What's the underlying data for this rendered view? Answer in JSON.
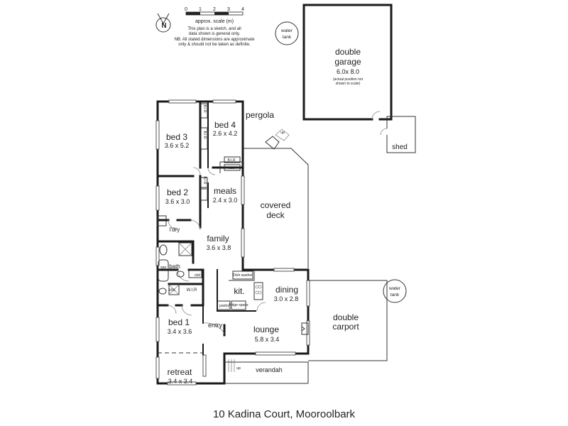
{
  "title": "10 Kadina Court, Mooroolbark",
  "scale": {
    "ticks": [
      "0",
      "1",
      "2",
      "3",
      "4"
    ],
    "label": "approx. scale (m)",
    "note1": "This plan is a sketch, and all",
    "note2": "data shown is general only.",
    "note3": "NB: All stated dimensions are approximate",
    "note4": "only & should not be taken as definite."
  },
  "compass": "N",
  "rooms": {
    "bed3": {
      "name": "bed 3",
      "dim": "3.6 x 5.2"
    },
    "bed4": {
      "name": "bed 4",
      "dim": "2.6 x 4.2"
    },
    "bed2": {
      "name": "bed 2",
      "dim": "3.6 x 3.0"
    },
    "meals": {
      "name": "meals",
      "dim": "2.4 x 3.0"
    },
    "family": {
      "name": "family",
      "dim": "3.6 x 3.8"
    },
    "dining": {
      "name": "dining",
      "dim": "3.0 x 2.8"
    },
    "lounge": {
      "name": "lounge",
      "dim": "5.8 x 3.4"
    },
    "bed1": {
      "name": "bed 1",
      "dim": "3.4 x 3.6"
    },
    "retreat": {
      "name": "retreat",
      "dim": "3.4 x 3.4"
    },
    "garage": {
      "name1": "double",
      "name2": "garage",
      "dim": "6.0x  8.0",
      "note1": "(actual position not",
      "note2": "shown to scale)"
    },
    "deck": {
      "name1": "covered",
      "name2": "deck"
    },
    "carport": {
      "name1": "double",
      "name2": "carport"
    }
  },
  "labels": {
    "pergola": "pergola",
    "shed": "shed",
    "water_tank_1": [
      "water",
      "tank"
    ],
    "water_tank_2": [
      "water",
      "tank"
    ],
    "kit": "kit.",
    "entry": "entry",
    "verandah": "verandah",
    "ldry": "l'dry",
    "bath": "bath",
    "ens": "ens",
    "wir": "W.I.R",
    "bir_a": "B.I.R",
    "bir_b": "B.I.R",
    "bir_c": "B.I.R",
    "bir_d": "B.I.R",
    "cbd_1": "cbd",
    "cbd_2": "cbd",
    "spa": "spa",
    "pantry": "pantry",
    "fridge": "fridge space",
    "dw": "Dish washer",
    "up_1": "up",
    "up_2": "up"
  }
}
